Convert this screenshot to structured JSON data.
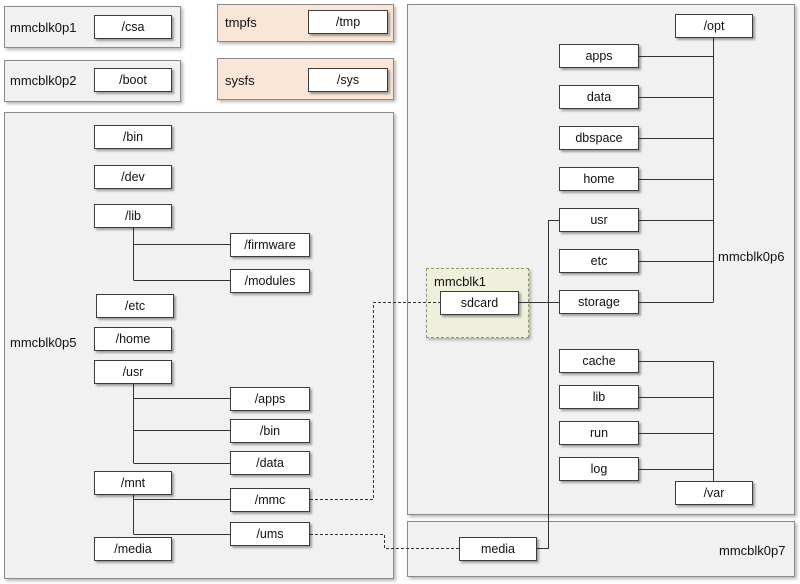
{
  "partitions": {
    "p1": {
      "label": "mmcblk0p1",
      "mount": "/csa"
    },
    "p2": {
      "label": "mmcblk0p2",
      "mount": "/boot"
    },
    "tmpfs": {
      "label": "tmpfs",
      "mount": "/tmp"
    },
    "sysfs": {
      "label": "sysfs",
      "mount": "/sys"
    },
    "p5": {
      "label": "mmcblk0p5",
      "dirs": {
        "bin": "/bin",
        "dev": "/dev",
        "lib": "/lib",
        "firmware": "/firmware",
        "modules": "/modules",
        "etc": "/etc",
        "home": "/home",
        "usr": "/usr",
        "usr_apps": "/apps",
        "usr_bin": "/bin",
        "usr_data": "/data",
        "mnt": "/mnt",
        "mmc": "/mmc",
        "ums": "/ums",
        "media": "/media"
      }
    },
    "sd": {
      "label": "mmcblk1",
      "mount": "sdcard"
    },
    "p6": {
      "label": "mmcblk0p6",
      "dirs": {
        "opt": "/opt",
        "apps": "apps",
        "data": "data",
        "dbspace": "dbspace",
        "home": "home",
        "usr": "usr",
        "etc": "etc",
        "storage": "storage",
        "cache": "cache",
        "lib": "lib",
        "run": "run",
        "log": "log",
        "var": "/var"
      }
    },
    "p7": {
      "label": "mmcblk0p7",
      "mount": "media"
    }
  },
  "colors": {
    "partition_fill": "#f1f1f1",
    "virtual_fs_fill": "#fae6d6",
    "sdcard_fill": "#eef0dc",
    "box_border": "#3c3c3c"
  }
}
